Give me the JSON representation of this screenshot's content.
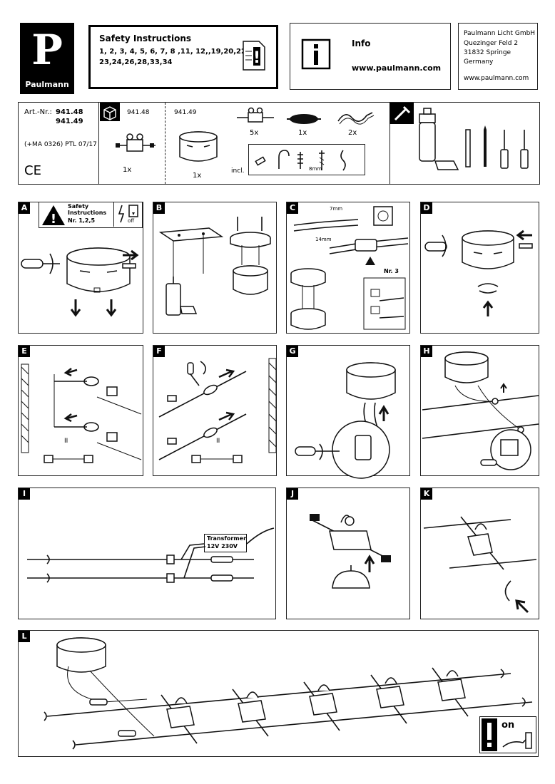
{
  "header": {
    "brand": "Paulmann",
    "logo_letter": "P",
    "safety": {
      "title": "Safety Instructions",
      "numbers_line1": "1, 2, 3, 4, 5, 6, 7, 8 ,11, 12,,19,20,22,",
      "numbers_line2": "23,24,26,28,33,34"
    },
    "info": {
      "title": "Info",
      "url": "www.paulmann.com"
    },
    "address": {
      "company": "Paulmann Licht GmbH",
      "street": "Quezinger Feld 2",
      "city": "31832 Springe",
      "country": "Germany",
      "url": "www.paulmann.com"
    }
  },
  "parts": {
    "art_label": "Art.-Nr.:",
    "art1": "941.48",
    "art2": "941.49",
    "ma_code": "(+MA 0326) PTL 07/17",
    "ce": "CE",
    "box1_art": "941.48",
    "box1_qty": "1x",
    "box2_art": "941.49",
    "box2_qty": "1x",
    "qty_5x": "5x",
    "qty_1x": "1x",
    "qty_2x": "2x",
    "incl": "incl.",
    "screw_size": "8mm"
  },
  "panels": {
    "A": {
      "label": "A",
      "safety_title": "Safety Instructions",
      "safety_nr": "Nr. 1,2,5",
      "off": "off"
    },
    "B": {
      "label": "B"
    },
    "C": {
      "label": "C",
      "dim1": "7mm",
      "dim2": "14mm",
      "nr": "Nr. 3"
    },
    "D": {
      "label": "D"
    },
    "E": {
      "label": "E",
      "mark": "II"
    },
    "F": {
      "label": "F",
      "mark": "II"
    },
    "G": {
      "label": "G"
    },
    "H": {
      "label": "H"
    },
    "I": {
      "label": "I",
      "transformer": "Transformer",
      "voltage": "12V  230V"
    },
    "J": {
      "label": "J"
    },
    "K": {
      "label": "K"
    },
    "L": {
      "label": "L",
      "on": "on"
    }
  }
}
